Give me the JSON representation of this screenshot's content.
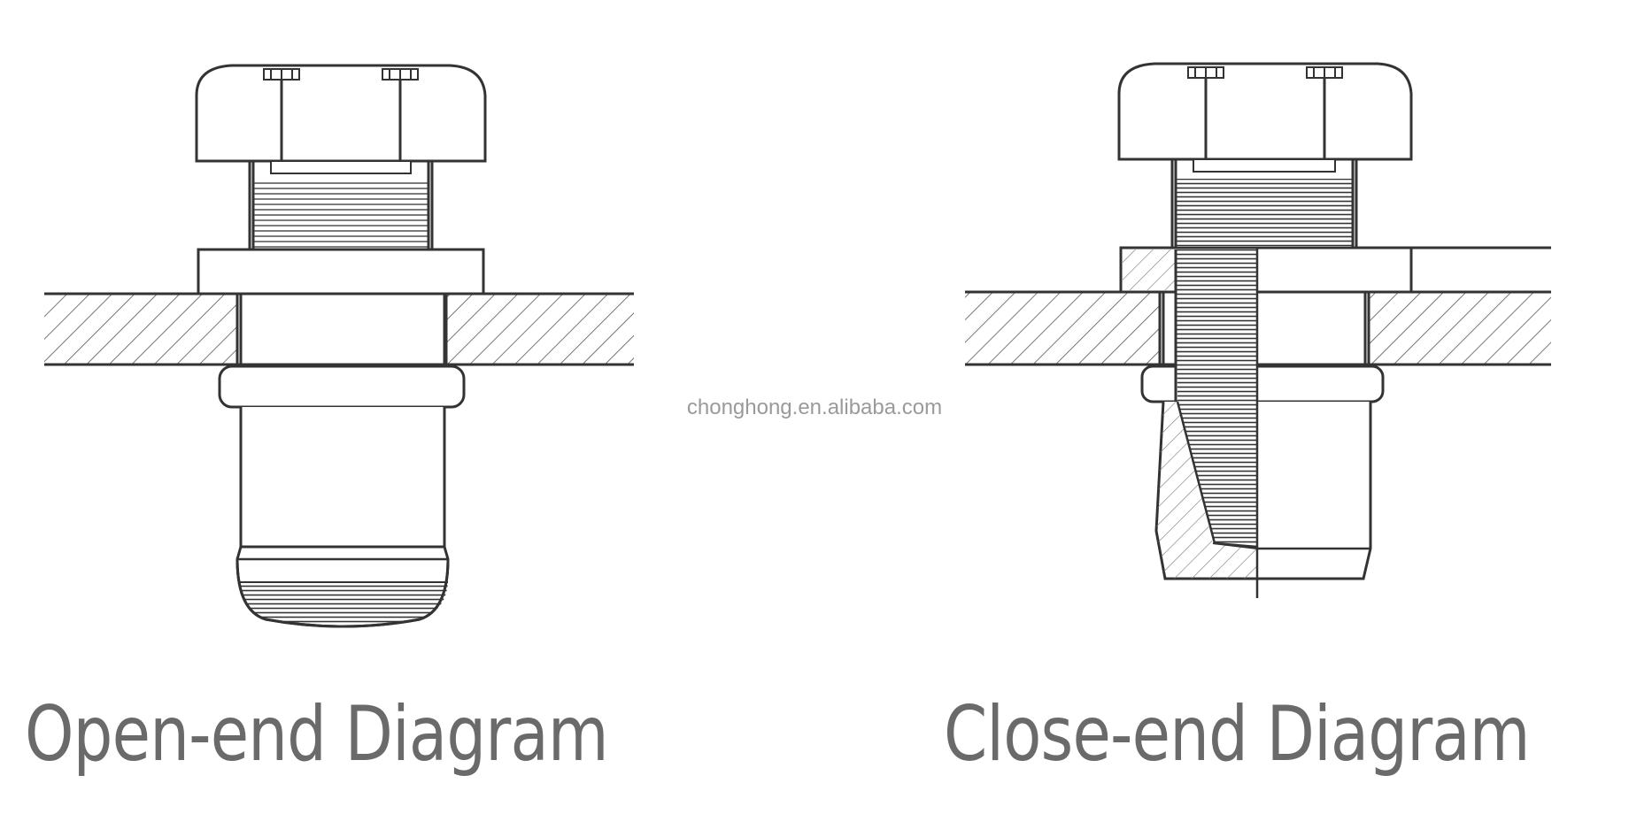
{
  "captions": {
    "open_end": "Open-end Diagram",
    "close_end": "Close-end Diagram"
  },
  "watermark": "chonghong.en.alibaba.com",
  "colors": {
    "line": "#333333",
    "hatch": "#555555",
    "caption": "#6a6a6a",
    "watermark": "#9a9a9a"
  }
}
